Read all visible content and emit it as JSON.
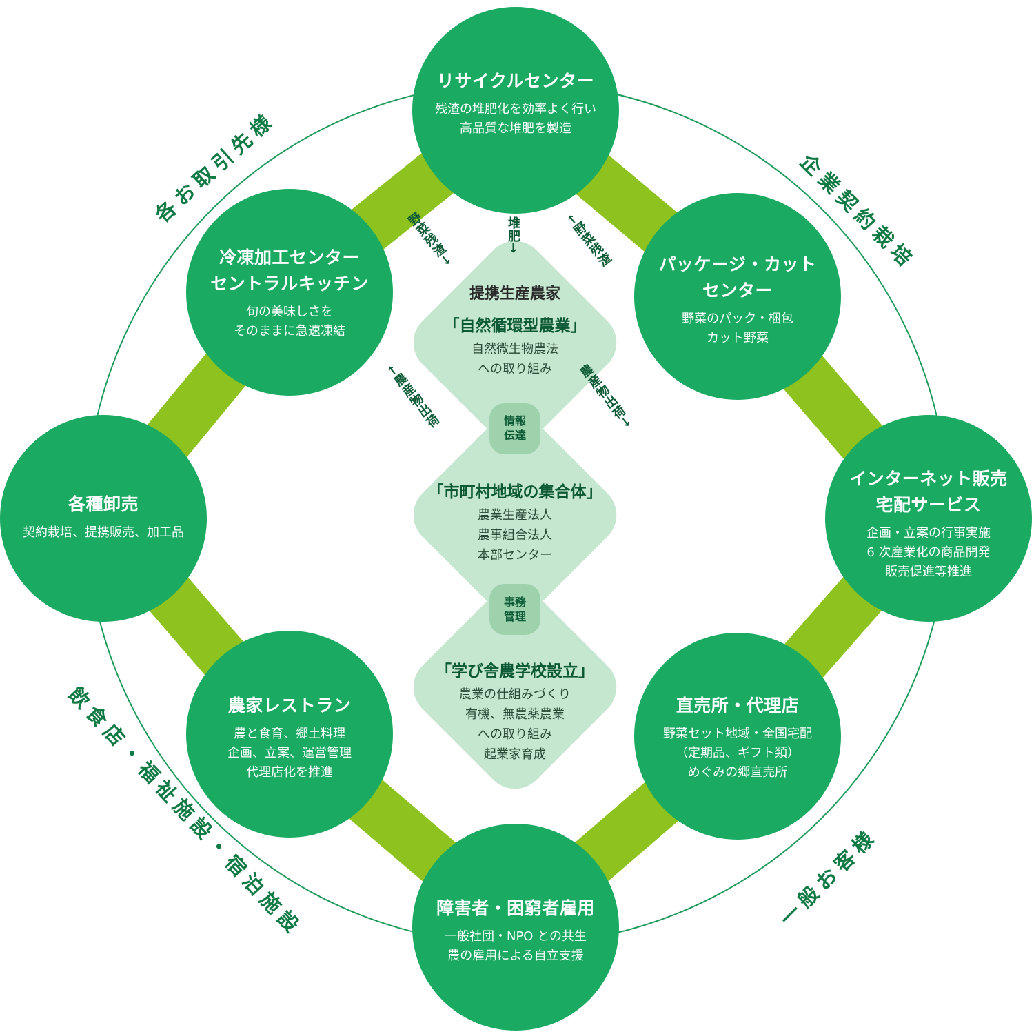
{
  "colors": {
    "circle": "#1aaa62",
    "connector": "#8dc21f",
    "diamond": "#c5e6cf",
    "badge": "#9dd2ad",
    "ring": "#1c9a5a",
    "label": "#107a45"
  },
  "outer_labels": {
    "top_left": "各お取引先様",
    "top_right": "企業契約栽培",
    "bottom_left": "飲食店・福祉施設・宿泊施設",
    "bottom_right": "一般お客様"
  },
  "nodes": {
    "recycle": {
      "title": "リサイクルセンター",
      "desc": "残渣の堆肥化を効率よく行い\n高品質な堆肥を製造"
    },
    "frozen": {
      "title": "冷凍加工センター\nセントラルキッチン",
      "desc": "旬の美味しさを\nそのままに急速凍結"
    },
    "package": {
      "title": "パッケージ・カット\nセンター",
      "desc": "野菜のパック・梱包\nカット野菜"
    },
    "wholesale": {
      "title": "各種卸売",
      "desc": "契約栽培、提携販売、加工品"
    },
    "internet": {
      "title": "インターネット販売\n宅配サービス",
      "desc": "企画・立案の行事実施\n6 次産業化の商品開発\n販売促進等推進"
    },
    "restaurant": {
      "title": "農家レストラン",
      "desc": "農と食育、郷土料理\n企画、立案、運営管理\n代理店化を推進"
    },
    "direct": {
      "title": "直売所・代理店",
      "desc": "野菜セット地域・全国宅配\n（定期品、ギフト類）\nめぐみの郷直売所"
    },
    "employment": {
      "title": "障害者・困窮者雇用",
      "desc": "一般社団・NPO との共生\n農の雇用による自立支援"
    }
  },
  "diamonds": {
    "top": {
      "head": "提携生産農家",
      "title": "「自然循環型農業」",
      "body": "自然微生物農法\nへの取り組み"
    },
    "middle": {
      "title": "「市町村地域の集合体」",
      "body": "農業生産法人\n農事組合法人\n本部センター"
    },
    "bottom": {
      "title": "「学び舎農学校設立」",
      "body": "農業の仕組みづくり\n有機、無農薬農業\nへの取り組み\n起業家育成"
    }
  },
  "badges": {
    "upper": "情報\n伝達",
    "lower": "事務\n管理"
  },
  "flows": {
    "compost": "堆肥→",
    "residue_left": "野菜残渣→",
    "residue_right": "←野菜残渣",
    "ship_left": "←農産物出荷",
    "ship_right": "農産物出荷→"
  }
}
